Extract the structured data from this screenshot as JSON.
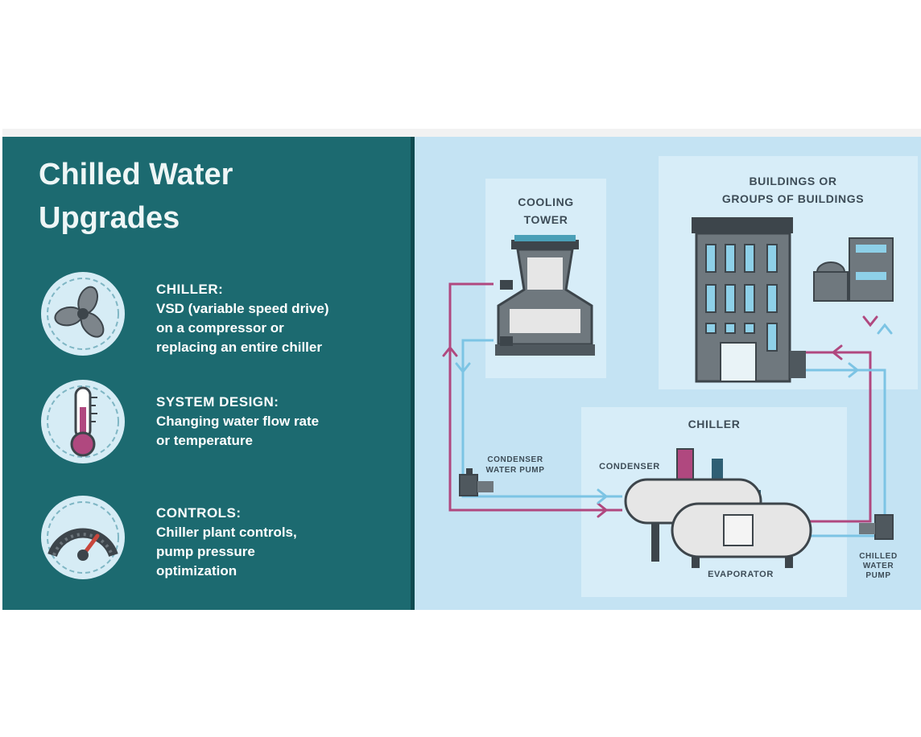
{
  "title": "Chilled Water\nUpgrades",
  "items": [
    {
      "heading": "CHILLER:",
      "body": "VSD (variable speed drive)\non a compressor or\nreplacing an entire chiller",
      "icon": "fan-icon"
    },
    {
      "heading": "SYSTEM DESIGN:",
      "body": "Changing water flow rate\nor temperature",
      "icon": "thermometer-icon"
    },
    {
      "heading": "CONTROLS:",
      "body": "Chiller plant controls,\npump pressure\noptimization",
      "icon": "gauge-icon"
    }
  ],
  "diagram": {
    "cooling_tower": "COOLING\nTOWER",
    "buildings": "BUILDINGS OR\nGROUPS OF BUILDINGS",
    "chiller": "CHILLER",
    "condenser_pump": "CONDENSER\nWATER PUMP",
    "condenser": "CONDENSER",
    "evaporator": "EVAPORATOR",
    "chilled_pump": "CHILLED\nWATER\nPUMP"
  },
  "colors": {
    "left_bg": "#1c6a70",
    "right_bg": "#c4e3f3",
    "hot_pipe": "#b0487f",
    "cold_pipe": "#7cc4e4",
    "equipment": "#5b646b"
  }
}
